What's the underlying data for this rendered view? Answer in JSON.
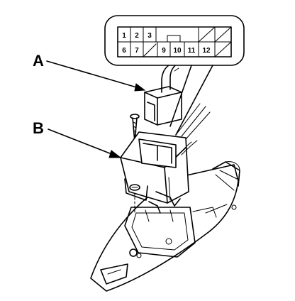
{
  "labels": {
    "a": "A",
    "b": "B"
  },
  "connector_face": {
    "top_row": [
      "1",
      "2",
      "3"
    ],
    "bottom_row": [
      "6",
      "7",
      "9",
      "10",
      "11",
      "12"
    ]
  }
}
